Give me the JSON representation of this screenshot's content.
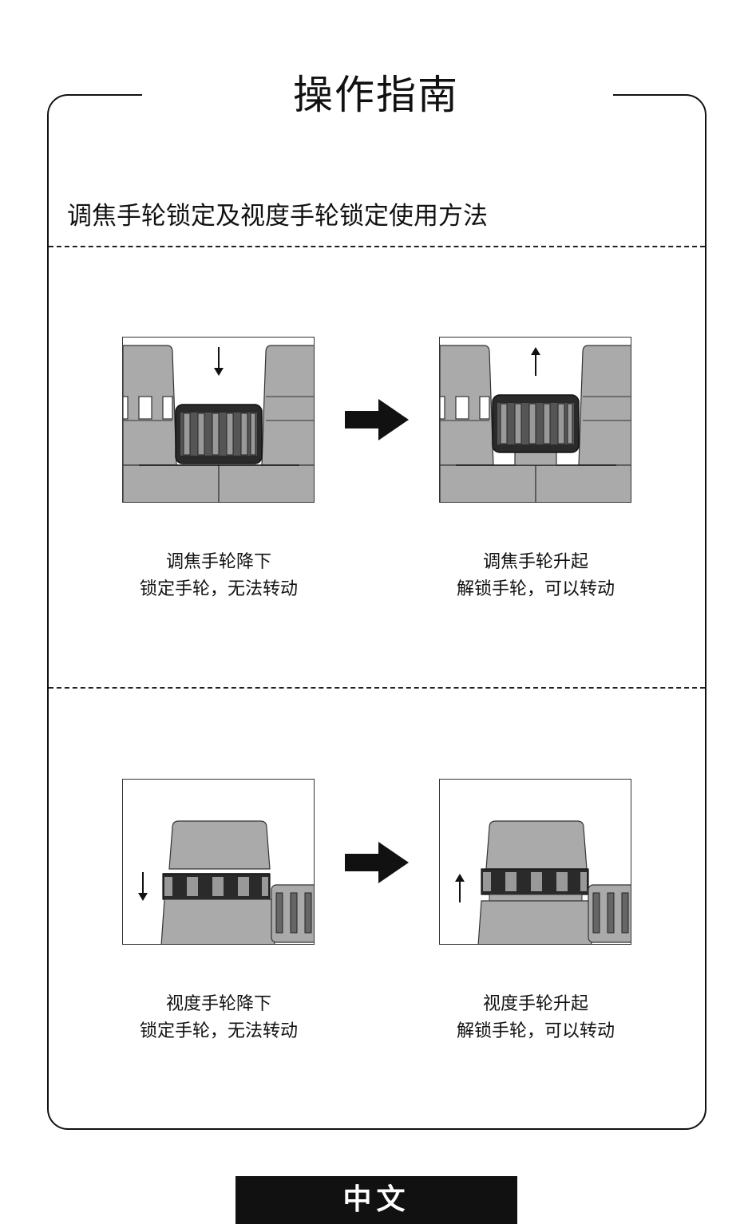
{
  "header": {
    "title": "操作指南"
  },
  "section": {
    "subtitle": "调焦手轮锁定及视度手轮锁定使用方法"
  },
  "focus": {
    "lowered": {
      "line1": "调焦手轮降下",
      "line2": "锁定手轮，无法转动"
    },
    "raised": {
      "line1": "调焦手轮升起",
      "line2": "解锁手轮，可以转动"
    }
  },
  "diopter": {
    "lowered": {
      "line1": "视度手轮降下",
      "line2": "锁定手轮，无法转动"
    },
    "raised": {
      "line1": "视度手轮升起",
      "line2": "解锁手轮，可以转动"
    }
  },
  "footer": {
    "language": "中文"
  },
  "colors": {
    "body_gray": "#aaaaaa",
    "wheel_dark": "#2a2a2a",
    "wheel_mid": "#555555",
    "line": "#111111"
  },
  "icons": [
    "down-arrow-icon",
    "up-arrow-icon",
    "right-arrow-icon"
  ]
}
